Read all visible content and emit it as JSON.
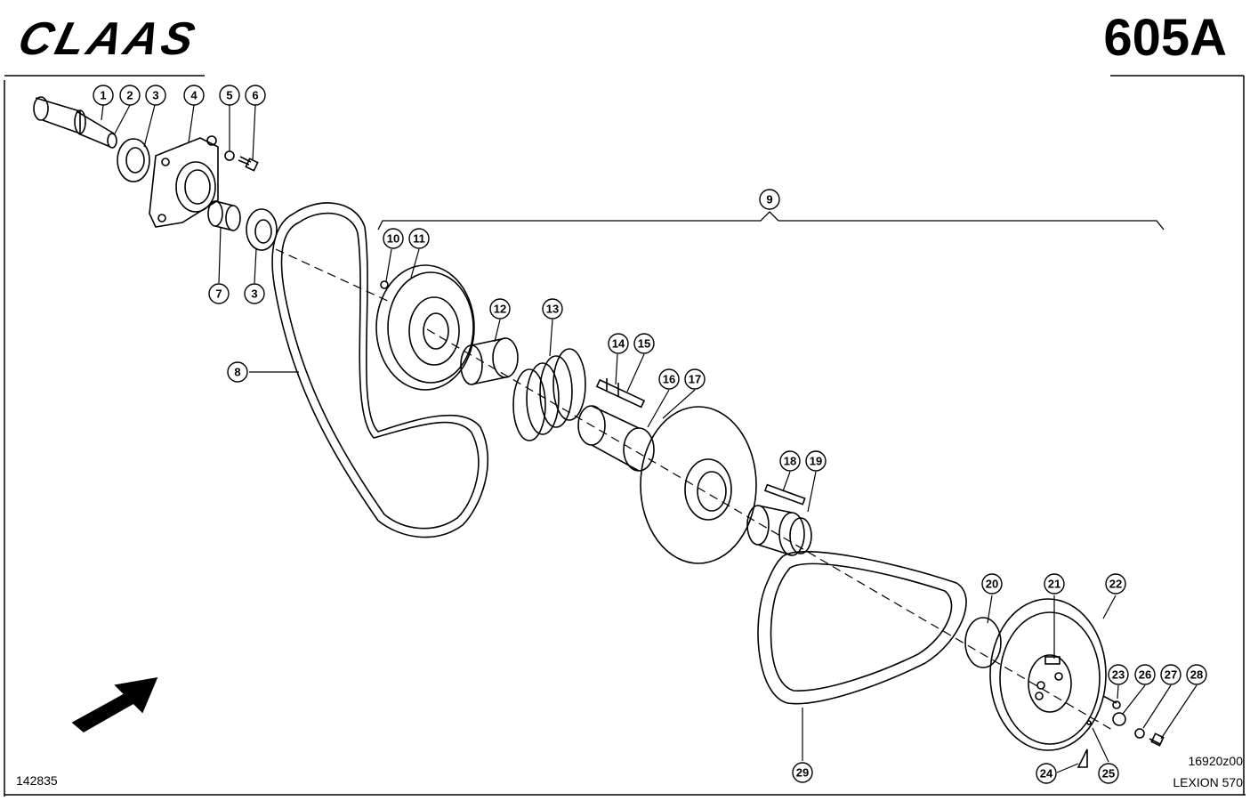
{
  "header": {
    "brand": "CLAAS",
    "page_code": "605A"
  },
  "footer": {
    "left_code": "142835",
    "drawing_code": "16920z00",
    "model": "LEXION 570"
  },
  "callouts": [
    "1",
    "2",
    "3",
    "4",
    "5",
    "6",
    "7",
    "3",
    "8",
    "9",
    "10",
    "11",
    "12",
    "13",
    "14",
    "15",
    "16",
    "17",
    "18",
    "19",
    "20",
    "21",
    "22",
    "23",
    "24",
    "25",
    "26",
    "27",
    "28",
    "29"
  ]
}
